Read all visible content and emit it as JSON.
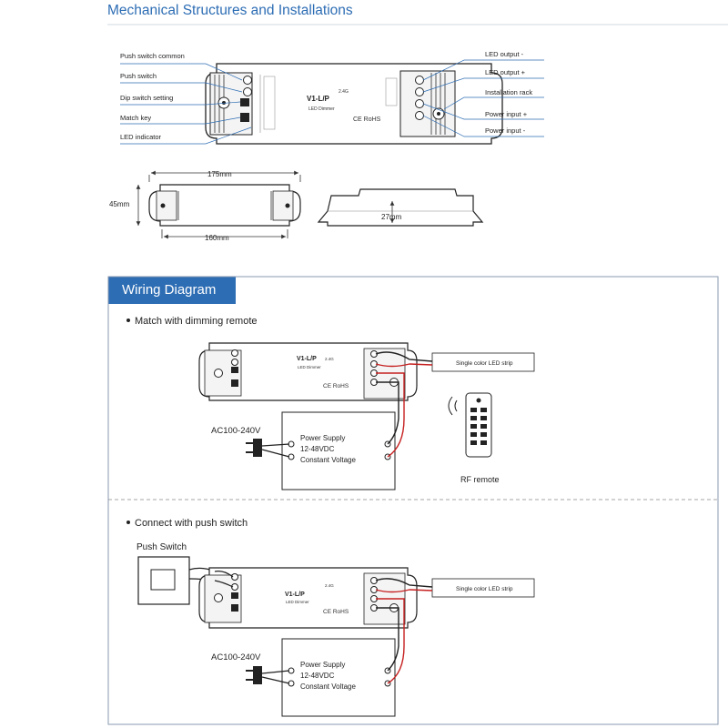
{
  "mechanical": {
    "title": "Mechanical Structures and Installations",
    "left_labels": [
      "Push switch common",
      "Push switch",
      "Dip switch setting",
      "Match key",
      "LED indicator"
    ],
    "right_labels": [
      "LED output -",
      "LED output +",
      "Installation rack",
      "Power input +",
      "Power input -"
    ],
    "model": "V1-L/P",
    "model_sub": "LED Dimmer",
    "band": "2.4G",
    "cert": "CE RoHS",
    "dim_length": "175mm",
    "dim_inner": "160mm",
    "dim_width": "45mm",
    "dim_height": "27mm"
  },
  "wiring": {
    "title": "Wiring Diagram",
    "section1": {
      "heading": "Match with dimming remote",
      "ac": "AC100-240V",
      "psu_lines": [
        "Power Supply",
        "12-48VDC",
        "Constant Voltage"
      ],
      "strip": "Single color LED strip",
      "remote": "RF remote"
    },
    "section2": {
      "heading": "Connect with push switch",
      "switch": "Push Switch",
      "ac": "AC100-240V",
      "psu_lines": [
        "Power Supply",
        "12-48VDC",
        "Constant Voltage"
      ],
      "strip": "Single color LED strip"
    }
  }
}
